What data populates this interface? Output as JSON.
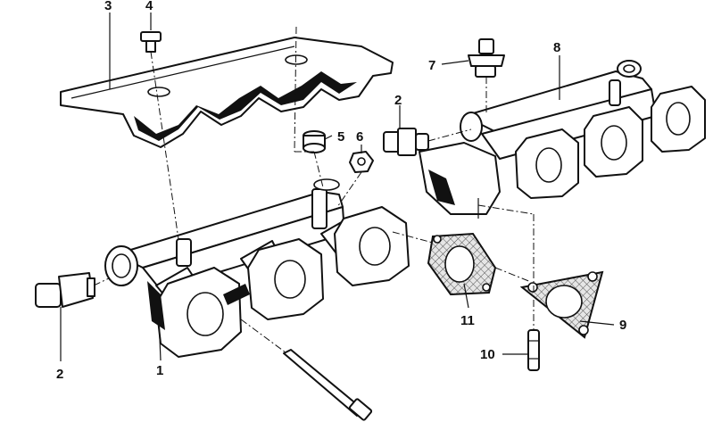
{
  "callouts": {
    "c1": "1",
    "c2a": "2",
    "c2b": "2",
    "c3": "3",
    "c4": "4",
    "c5": "5",
    "c6": "6",
    "c7": "7",
    "c8": "8",
    "c9": "9",
    "c10": "10",
    "c11": "11"
  }
}
